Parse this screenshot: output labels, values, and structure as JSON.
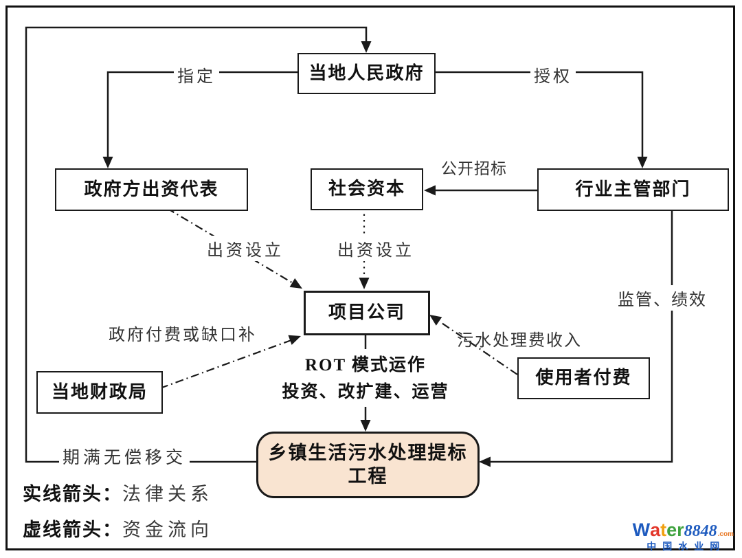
{
  "diagram": {
    "nodes": {
      "government": {
        "label": "当地人民政府"
      },
      "gov_rep": {
        "label": "政府方出资代表"
      },
      "social": {
        "label": "社会资本"
      },
      "industry": {
        "label": "行业主管部门"
      },
      "project": {
        "label": "项目公司"
      },
      "finance": {
        "label": "当地财政局"
      },
      "user_pay": {
        "label": "使用者付费"
      },
      "target": {
        "label": "乡镇生活污水处理提标工程"
      }
    },
    "edge_labels": {
      "designate": "指定",
      "authorize": "授权",
      "public_bidding": "公开招标",
      "invest_left": "出资设立",
      "invest_right": "出资设立",
      "supervision": "监管、绩效",
      "gov_payment": "政府付费或缺口补",
      "sewage_fee": "污水处理费收入",
      "transfer": "期满无偿移交",
      "rot_line1": "ROT 模式运作",
      "rot_line2": "投资、改扩建、运营"
    },
    "legend": {
      "solid_key": "实线箭头：",
      "solid_val": "法律关系",
      "dashed_key": "虚线箭头：",
      "dashed_val": "资金流向"
    },
    "colors": {
      "line": "#1a1a1a",
      "target_fill": "#f9e4d1",
      "frame": "#111111"
    }
  },
  "watermark": {
    "letters": [
      {
        "ch": "W",
        "color": "#1e5bbf"
      },
      {
        "ch": "a",
        "color": "#e3372b"
      },
      {
        "ch": "t",
        "color": "#f0a010"
      },
      {
        "ch": "e",
        "color": "#3fa23f"
      },
      {
        "ch": "r",
        "color": "#3fa23f"
      }
    ],
    "number": "8848",
    "tld": ".com",
    "subtitle": "中国水业网"
  }
}
